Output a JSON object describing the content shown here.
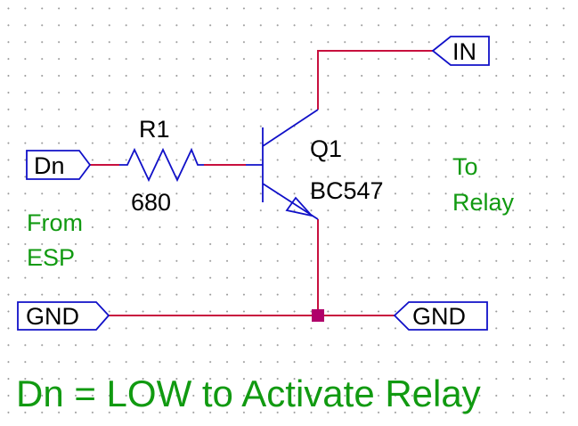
{
  "ports": {
    "in": "IN",
    "dn": "Dn",
    "gnd_left": "GND",
    "gnd_right": "GND"
  },
  "resistor": {
    "ref": "R1",
    "value": "680"
  },
  "transistor": {
    "ref": "Q1",
    "part": "BC547"
  },
  "notes": {
    "from_line1": "From",
    "from_line2": "ESP",
    "to_line1": "To",
    "to_line2": "Relay"
  },
  "caption": "Dn = LOW to Activate Relay",
  "colors": {
    "wire": "#c8103e",
    "component": "#1010c8",
    "annotation": "#119a11",
    "junction": "#b0006a"
  }
}
